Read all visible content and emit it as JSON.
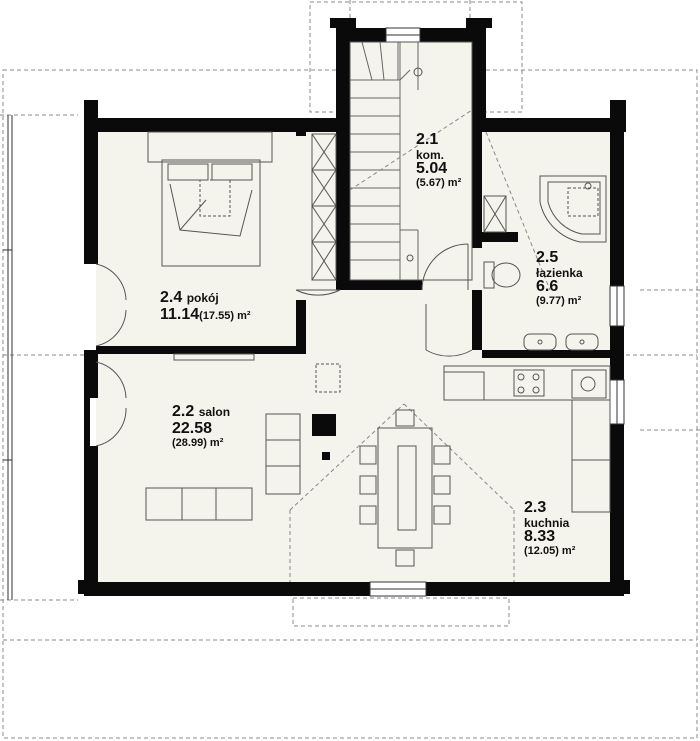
{
  "rooms": [
    {
      "id": "kom",
      "number": "2.1",
      "name": "kom.",
      "area": "5.04",
      "gross": "(5.67) m²"
    },
    {
      "id": "salon",
      "number": "2.2",
      "name": "salon",
      "area": "22.58",
      "gross": "(28.99) m²"
    },
    {
      "id": "kuchnia",
      "number": "2.3",
      "name": "kuchnia",
      "area": "8.33",
      "gross": "(12.05) m²"
    },
    {
      "id": "pokoj",
      "number": "2.4",
      "name": "pokój",
      "area": "11.14",
      "gross": "(17.55) m²"
    },
    {
      "id": "lazienka",
      "number": "2.5",
      "name": "łazienka",
      "area": "6.6",
      "gross": "(9.77) m²"
    }
  ],
  "colors": {
    "wall": "#0a0a0a",
    "floor": "#f4f4ec",
    "line": "#555555",
    "dash": "#888888"
  }
}
